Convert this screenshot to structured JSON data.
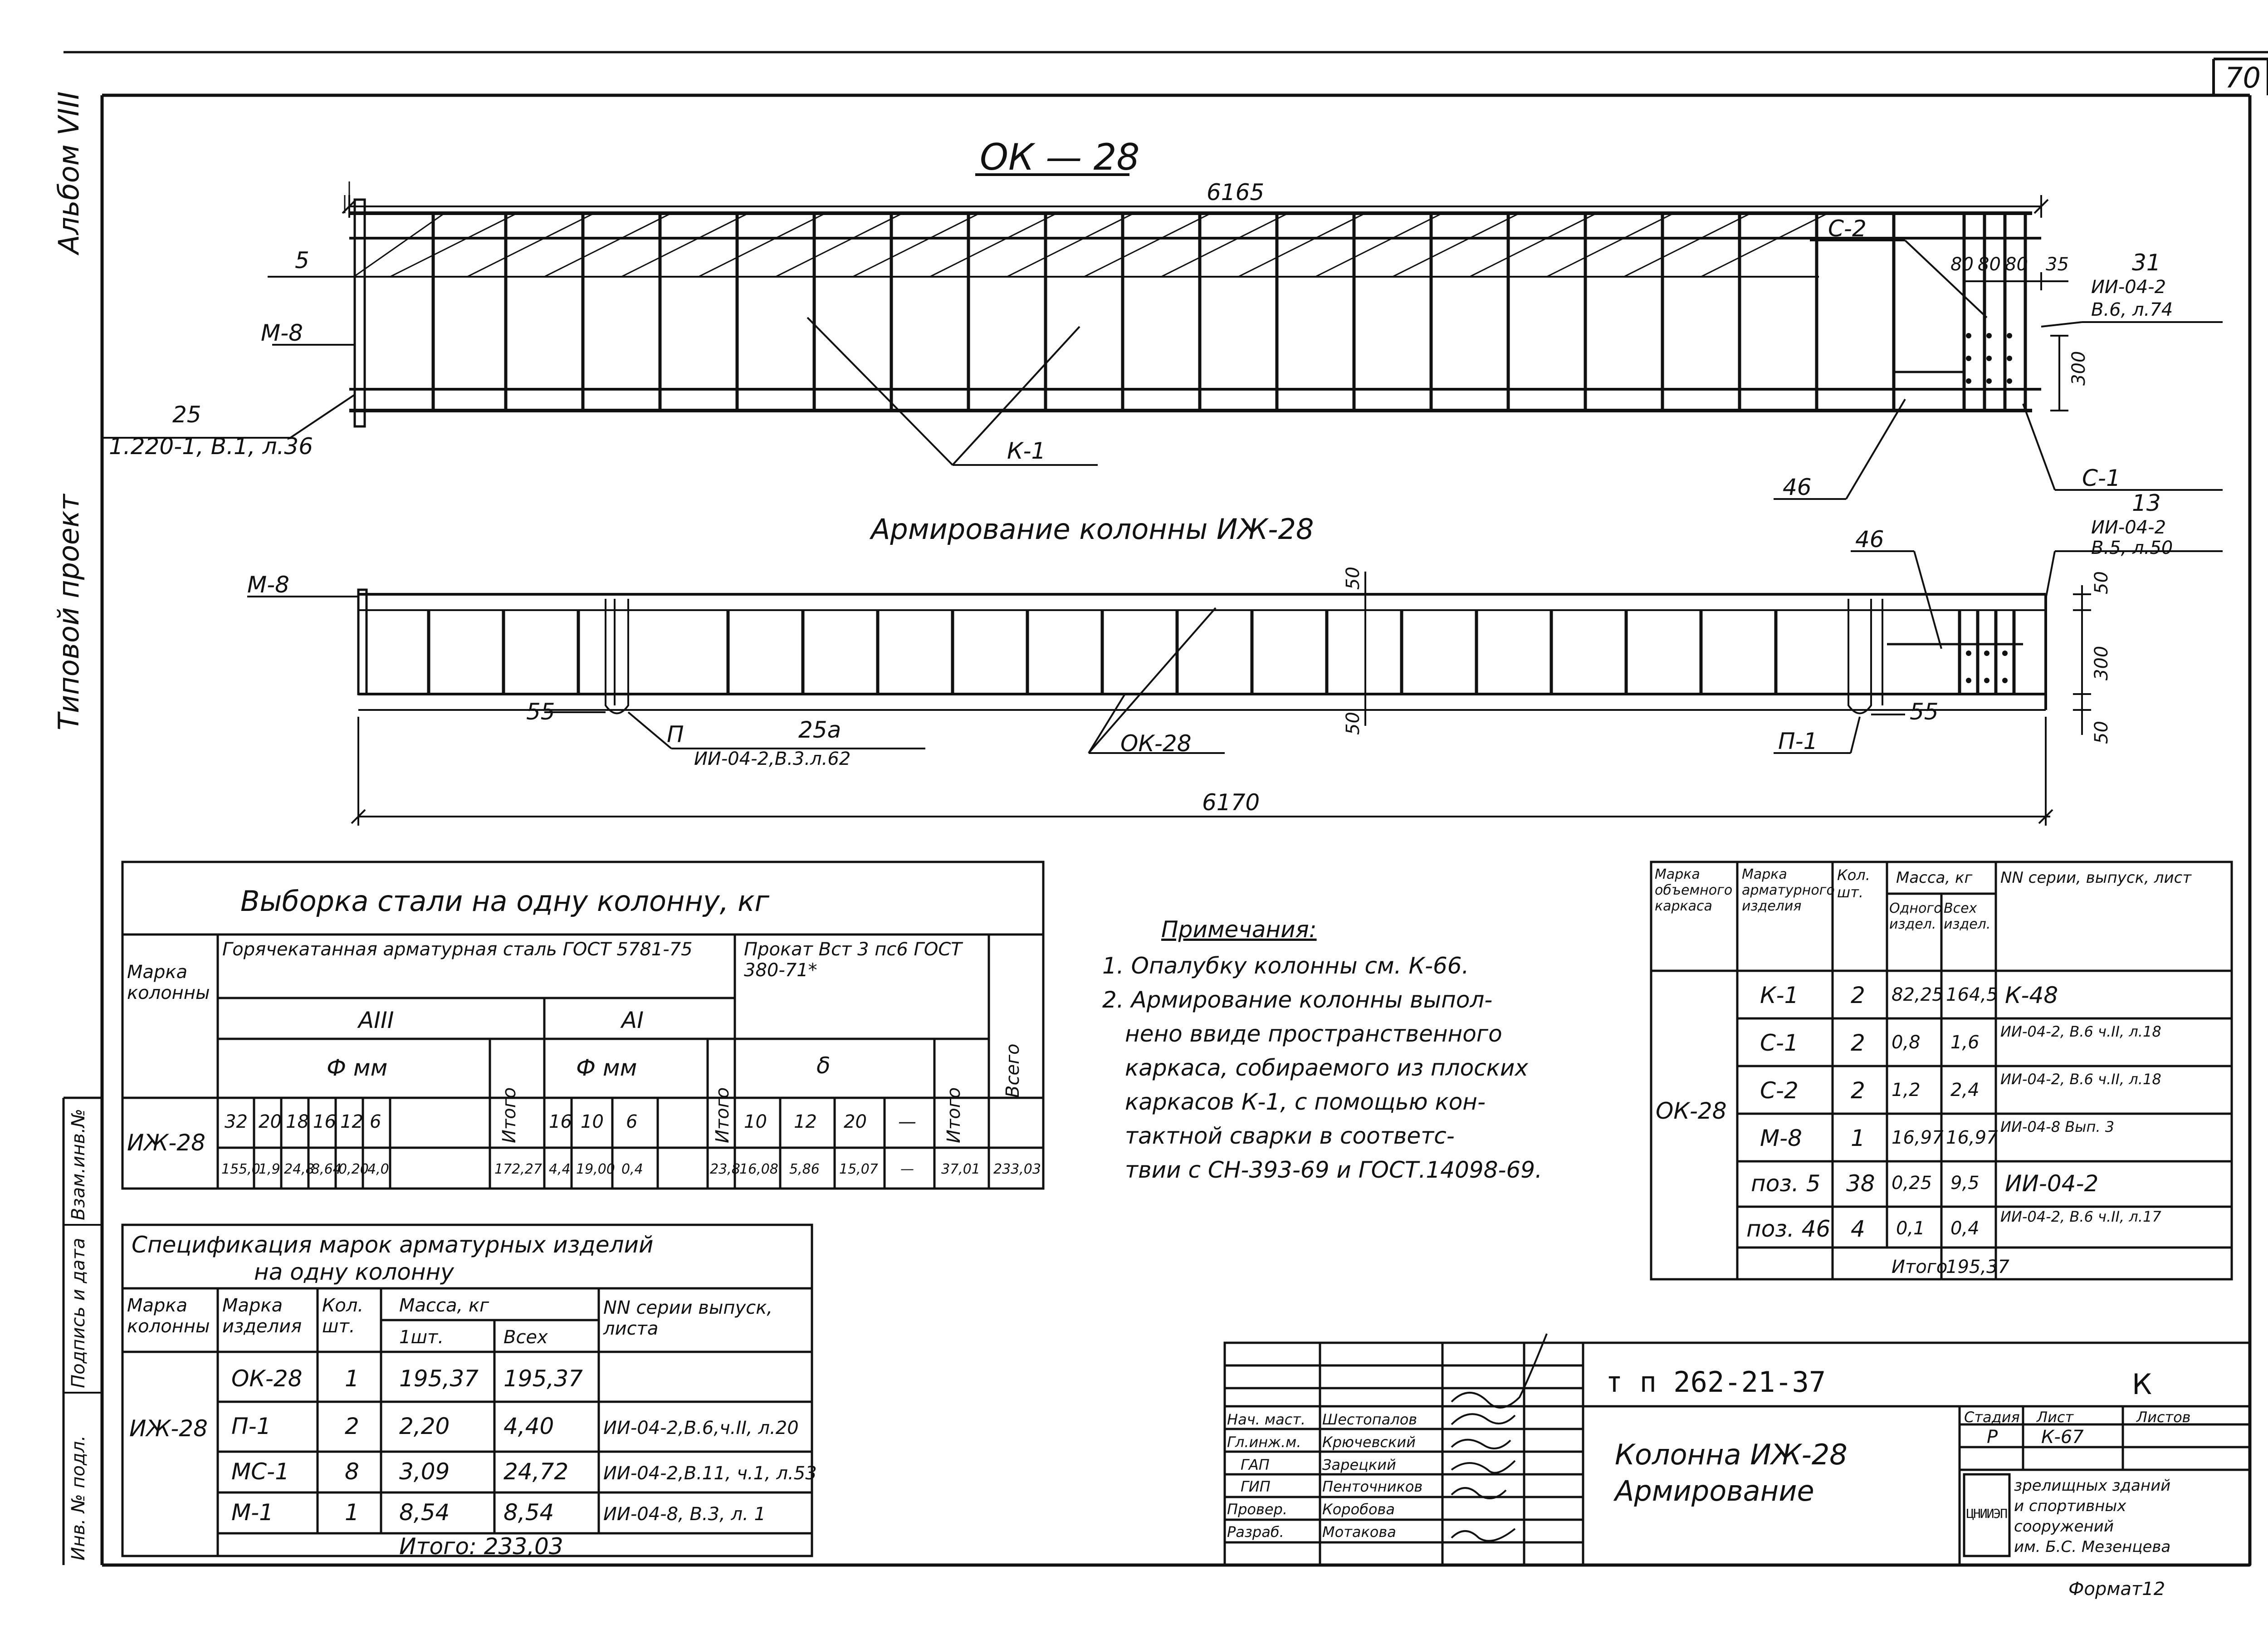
{
  "sheet_number": "70",
  "side_labels": {
    "album": "Альбом VIII",
    "project": "Типовой проект",
    "stamp_1": "Инв. № подл.",
    "stamp_2": "Подпись и дата",
    "stamp_3": "Взам.инв.№"
  },
  "top_drawing": {
    "title": "ОК — 28",
    "dim_total": "6165",
    "label_5": "5",
    "label_m8": "М-8",
    "label_25": "25",
    "ref_25": "1.220-1, В.1, л.36",
    "label_k1": "К-1",
    "label_46": "46",
    "label_c2": "С-2",
    "label_c1": "С-1",
    "dims_80": [
      "80",
      "80",
      "80"
    ],
    "dim_35": "35",
    "label_31": "31",
    "ref_31_a": "ИИ-04-2",
    "ref_31_b": "В.6, л.74",
    "dim_300": "300"
  },
  "bottom_drawing": {
    "title": "Армирование колонны ИЖ-28",
    "label_m8": "М-8",
    "label_46": "46",
    "label_13": "13",
    "ref_13_a": "ИИ-04-2",
    "ref_13_b": "В.5, л.50",
    "dim_50_top": "50",
    "dim_50_bot": "50",
    "dim_50_r1": "50",
    "dim_50_r2": "50",
    "dim_300": "300",
    "label_55_left": "55",
    "label_55_right": "55",
    "label_p": "П",
    "label_25a": "25а",
    "ref_25a": "ИИ-04-2,В.3.л.62",
    "label_ok28": "ОК-28",
    "label_p1": "П-1",
    "dim_total": "6170"
  },
  "steel_table": {
    "title": "Выборка стали на одну колонну, кг",
    "col_mark": "Марка колонны",
    "group_hot": "Горячекатанная арматурная сталь ГОСТ 5781-75",
    "group_rolled": "Прокат Вст 3 пс6 ГОСТ 380-71*",
    "total": "Всего",
    "class_a3": "АIII",
    "class_a1": "АI",
    "phi_mm": "Ф мм",
    "delta": "δ",
    "itogo": "Итого",
    "a3_sizes": [
      "32",
      "20",
      "18",
      "16",
      "12",
      "6"
    ],
    "a1_sizes": [
      "16",
      "10",
      "6"
    ],
    "rolled_sizes": [
      "10",
      "12",
      "20",
      "—"
    ],
    "row_mark": "ИЖ-28",
    "a3_values": [
      "155,0",
      "1,9",
      "24,8",
      "8,64",
      "0,20",
      "4,0"
    ],
    "a3_total": "172,27",
    "a1_values": [
      "4,4",
      "19,00",
      "0,4"
    ],
    "a1_total": "23,8",
    "rolled_values": [
      "16,08",
      "5,86",
      "15,07",
      "—"
    ],
    "rolled_total": "37,01",
    "grand_total": "233,03"
  },
  "spec_table": {
    "title_1": "Спецификация марок арматурных изделий",
    "title_2": "на одну колонну",
    "headers": [
      "Марка колонны",
      "Марка изделия",
      "Кол. шт.",
      "1шт.",
      "Всех",
      "NN серии выпуск, листа"
    ],
    "mass_header": "Масса, кг",
    "col_mark": "ИЖ-28",
    "rows": [
      {
        "item": "ОК-28",
        "qty": "1",
        "one": "195,37",
        "all": "195,37",
        "ref": ""
      },
      {
        "item": "П-1",
        "qty": "2",
        "one": "2,20",
        "all": "4,40",
        "ref": "ИИ-04-2,В.6,ч.II, л.20"
      },
      {
        "item": "МС-1",
        "qty": "8",
        "one": "3,09",
        "all": "24,72",
        "ref": "ИИ-04-2,В.11, ч.1, л.53"
      },
      {
        "item": "М-1",
        "qty": "1",
        "one": "8,54",
        "all": "8,54",
        "ref": "ИИ-04-8, В.3, л. 1"
      }
    ],
    "total": "Итого: 233,03"
  },
  "notes": {
    "title": "Примечания:",
    "lines": [
      "1. Опалубку колонны см. К-66.",
      "2. Армирование колонны выпол-",
      "нено ввиде пространственного",
      "каркаса, собираемого из плоских",
      "каркасов К-1, с помощью кон-",
      "тактной сварки в соответс-",
      "твии с СН-393-69 и ГОСТ.14098-69."
    ]
  },
  "frame_table": {
    "headers": [
      "Марка объемного каркаса",
      "Марка арматурного изделия",
      "Кол. шт.",
      "Одного издел.",
      "Всех издел.",
      "NN серии, выпуск, лист"
    ],
    "mass_header": "Масса, кг",
    "frame_mark": "ОК-28",
    "rows": [
      {
        "item": "К-1",
        "qty": "2",
        "one": "82,25",
        "all": "164,5",
        "ref": "К-48"
      },
      {
        "item": "С-1",
        "qty": "2",
        "one": "0,8",
        "all": "1,6",
        "ref": "ИИ-04-2, В.6 ч.II, л.18"
      },
      {
        "item": "С-2",
        "qty": "2",
        "one": "1,2",
        "all": "2,4",
        "ref": "ИИ-04-2, В.6 ч.II, л.18"
      },
      {
        "item": "М-8",
        "qty": "1",
        "one": "16,97",
        "all": "16,97",
        "ref": "ИИ-04-8 Вып. 3"
      },
      {
        "item": "поз. 5",
        "qty": "38",
        "one": "0,25",
        "all": "9,5",
        "ref": "ИИ-04-2"
      },
      {
        "item": "поз. 46",
        "qty": "4",
        "one": "0,1",
        "all": "0,4",
        "ref": "ИИ-04-2, В.6 ч.II, л.17"
      }
    ],
    "total_label": "Итого",
    "total_value": "195,37"
  },
  "title_block": {
    "code": "т п 262-21-37",
    "sheet_letter": "К",
    "drawing_name_1": "Колонна ИЖ-28",
    "drawing_name_2": "Армирование",
    "roles": [
      {
        "role": "Нач. маст.",
        "name": "Шестопалов"
      },
      {
        "role": "Гл.инж.м.",
        "name": "Крючевский"
      },
      {
        "role": "ГАП",
        "name": "Зарецкий"
      },
      {
        "role": "ГИП",
        "name": "Пенточников"
      },
      {
        "role": "Провер.",
        "name": "Коробова"
      },
      {
        "role": "Разраб.",
        "name": "Мотакова"
      }
    ],
    "stage_h": "Стадия",
    "sheet_h": "Лист",
    "sheets_h": "Листов",
    "stage": "Р",
    "sheet": "К-67",
    "sheets": "",
    "org_logo": "ЦНИИЭП",
    "org_1": "зрелищных зданий",
    "org_2": "и спортивных",
    "org_3": "сооружений",
    "org_4": "им. Б.С. Мезенцева",
    "format": "Формат12"
  }
}
